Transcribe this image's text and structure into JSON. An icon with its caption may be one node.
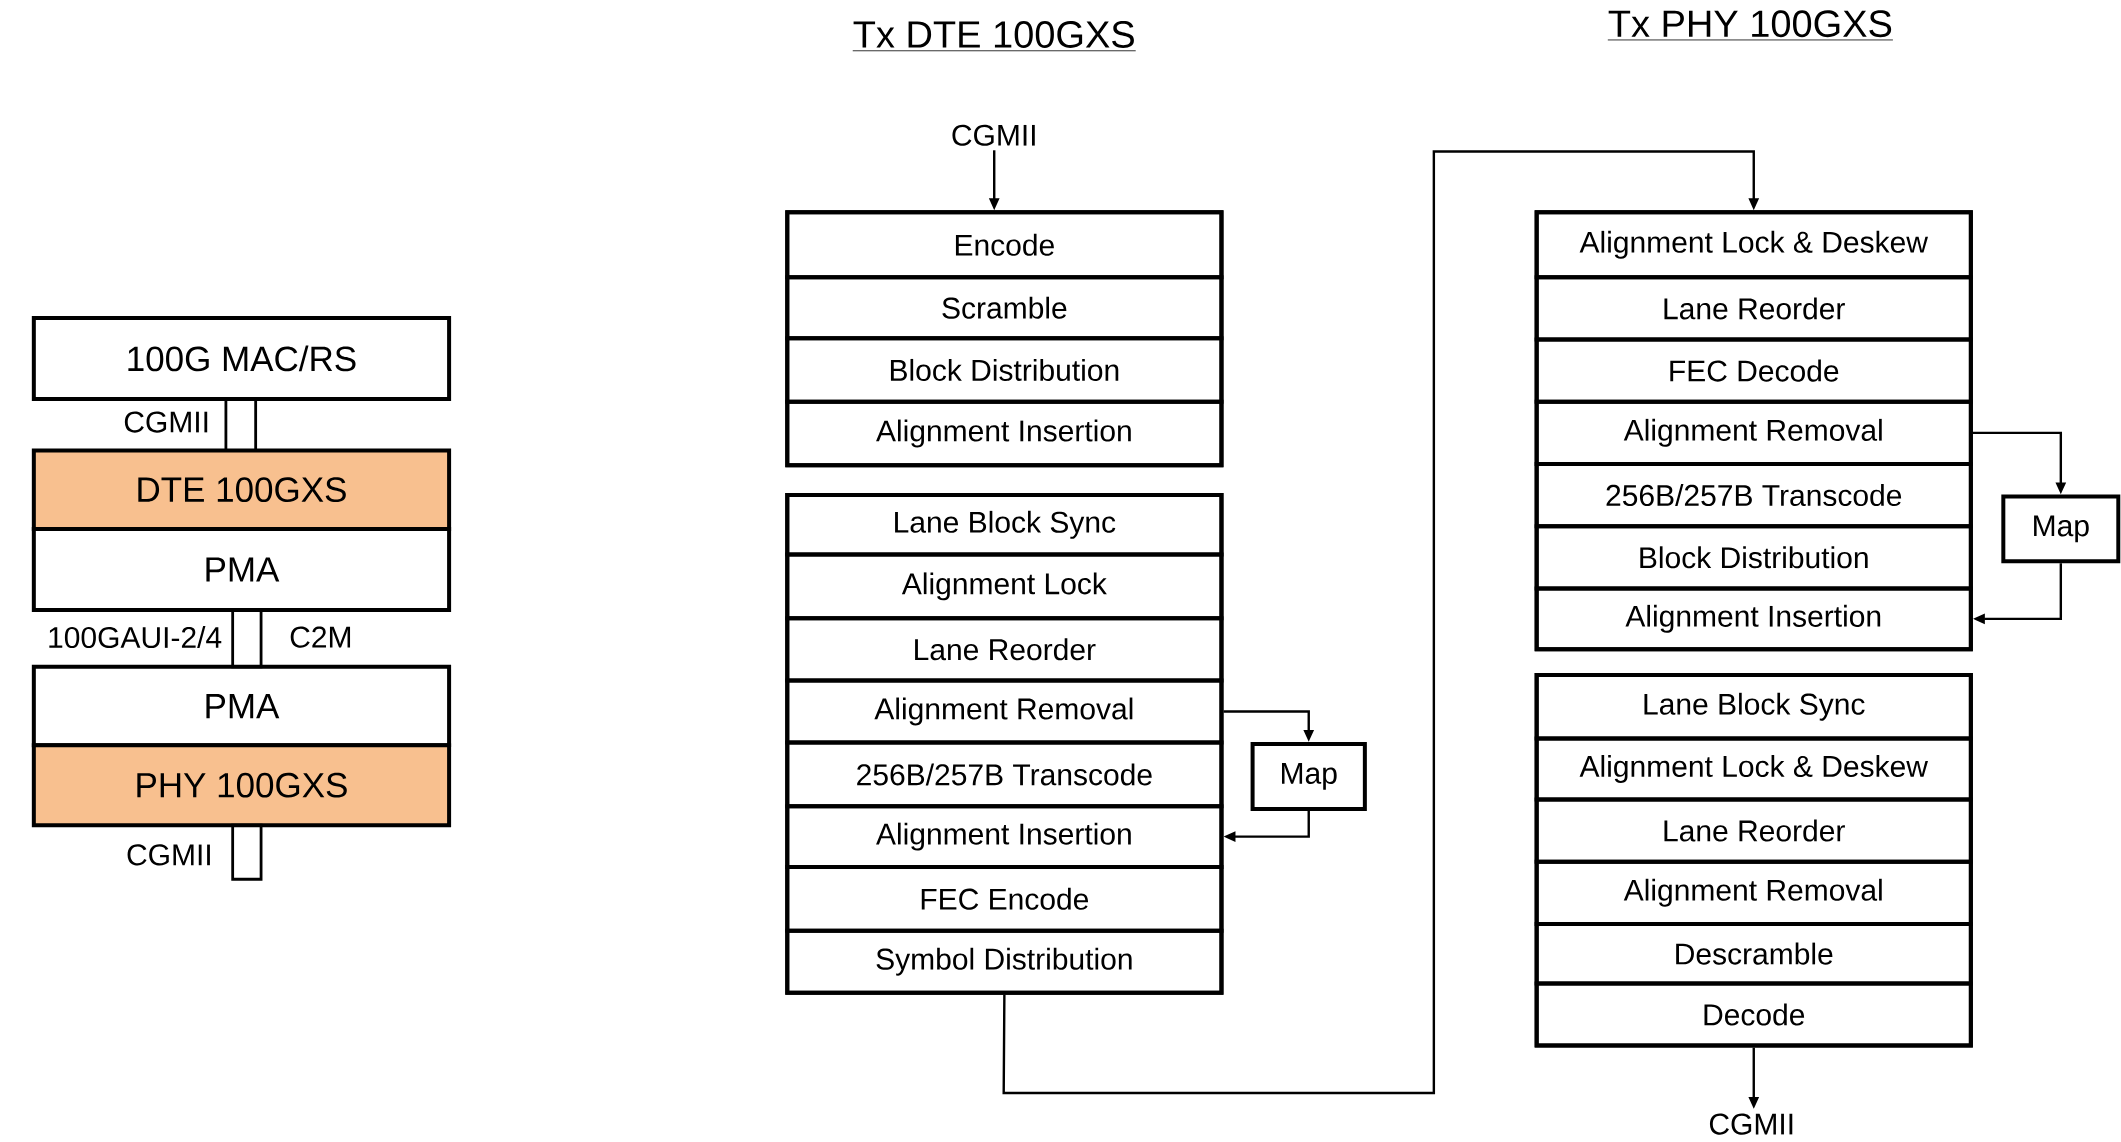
{
  "diagram": {
    "nodes": [
      {
        "text": [
          "100G MAC/RS"
        ]
      },
      {
        "text": [],
        "shape": "bar",
        "beside": [
          "CGMII"
        ]
      },
      {
        "text": [
          "DTE 100GXS"
        ]
      },
      {
        "text": [
          "PMA"
        ]
      },
      {
        "text": [],
        "shape": "bar",
        "beside": [
          "100GAUI-2/4",
          "C2M"
        ]
      },
      {
        "text": [
          "PMA"
        ]
      },
      {
        "text": [
          "PHY 100GXS"
        ]
      },
      {
        "text": [],
        "shape": "bar",
        "beside": [
          "CGMII"
        ]
      },
      {
        "text": [
          "CGMII"
        ]
      },
      {
        "text": [],
        "shape": "box"
      },
      {
        "text": [
          "Encode"
        ],
        "in": 9
      },
      {
        "text": [
          "Scramble"
        ],
        "in": 9
      },
      {
        "text": [
          "Block Distribution"
        ],
        "in": 9
      },
      {
        "text": [
          "Alignment Insertion"
        ],
        "in": 9
      },
      {
        "text": [],
        "shape": "box"
      },
      {
        "text": [
          "Lane Block Sync"
        ],
        "in": 14
      },
      {
        "text": [
          "Alignment Lock"
        ],
        "in": 14
      },
      {
        "text": [
          "Lane Reorder"
        ],
        "in": 14
      },
      {
        "text": [
          "Alignment Removal"
        ],
        "in": 14
      },
      {
        "text": [
          "256B/257B Transcode"
        ],
        "in": 14
      },
      {
        "text": [
          "Alignment Insertion"
        ],
        "in": 14
      },
      {
        "text": [
          "FEC Encode"
        ],
        "in": 14
      },
      {
        "text": [
          "Symbol Distribution"
        ],
        "in": 14
      },
      {
        "text": [
          "Map"
        ]
      },
      {
        "text": [],
        "shape": "box"
      },
      {
        "text": [
          "Alignment Lock & Deskew"
        ],
        "in": 24
      },
      {
        "text": [
          "Lane Reorder"
        ],
        "in": 24
      },
      {
        "text": [
          "FEC Decode"
        ],
        "in": 24
      },
      {
        "text": [
          "Alignment Removal"
        ],
        "in": 24
      },
      {
        "text": [
          "256B/257B Transcode"
        ],
        "in": 24
      },
      {
        "text": [
          "Block Distribution"
        ],
        "in": 24
      },
      {
        "text": [
          "Alignment Insertion"
        ],
        "in": 24
      },
      {
        "text": [
          "Map"
        ]
      },
      {
        "text": [],
        "shape": "box"
      },
      {
        "text": [
          "Lane Block Sync"
        ],
        "in": 33
      },
      {
        "text": [
          "Alignment Lock & Deskew"
        ],
        "in": 33
      },
      {
        "text": [
          "Lane Reorder"
        ],
        "in": 33
      },
      {
        "text": [
          "Alignment Removal"
        ],
        "in": 33
      },
      {
        "text": [
          "Descramble"
        ],
        "in": 33
      },
      {
        "text": [
          "Decode"
        ],
        "in": 33
      },
      {
        "text": [
          "CGMII"
        ]
      }
    ],
    "edges": [
      {
        "from": 8,
        "to": 10,
        "arrow": "to"
      },
      {
        "from": 18,
        "to": 23,
        "arrow": "to"
      },
      {
        "from": 23,
        "to": 20,
        "arrow": "to"
      },
      {
        "from": 22,
        "to": 25,
        "arrow": "to"
      },
      {
        "from": 28,
        "to": 32,
        "arrow": "to"
      },
      {
        "from": 32,
        "to": 31,
        "arrow": "to"
      },
      {
        "from": 39,
        "to": 40,
        "arrow": "to"
      }
    ],
    "labels": [
      "Tx DTE 100GXS",
      "Tx PHY 100GXS"
    ]
  }
}
